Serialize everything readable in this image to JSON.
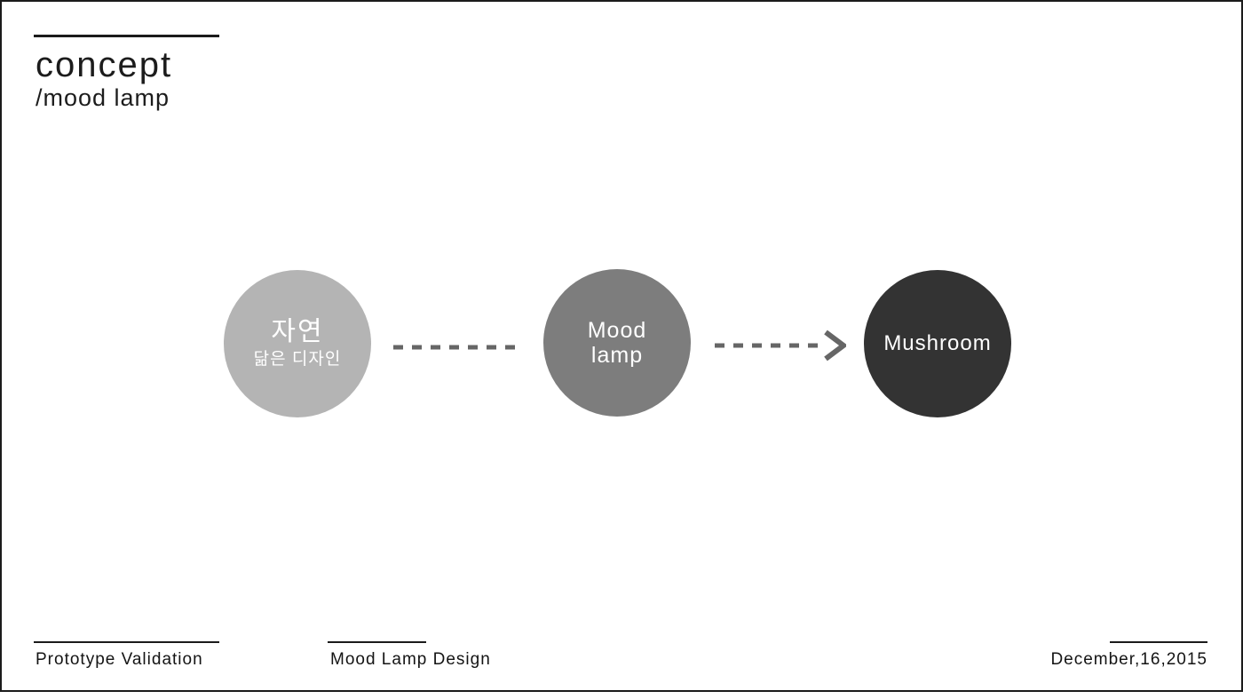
{
  "slide": {
    "title": "concept",
    "subtitle": "/mood lamp",
    "diagram": {
      "nodes": [
        {
          "label_line1": "자연",
          "label_line2": "닮은 디자인",
          "color": "#b4b4b4",
          "text_color": "#ffffff"
        },
        {
          "label_line1": "Mood",
          "label_line2": "lamp",
          "color": "#7d7d7d",
          "text_color": "#ffffff"
        },
        {
          "label_line1": "Mushroom",
          "color": "#333333",
          "text_color": "#ffffff"
        }
      ],
      "connector_color": "#666666"
    },
    "footer": {
      "left_label": "Prototype Validation",
      "center_label": "Mood Lamp Design",
      "date": "December,16,2015"
    }
  }
}
